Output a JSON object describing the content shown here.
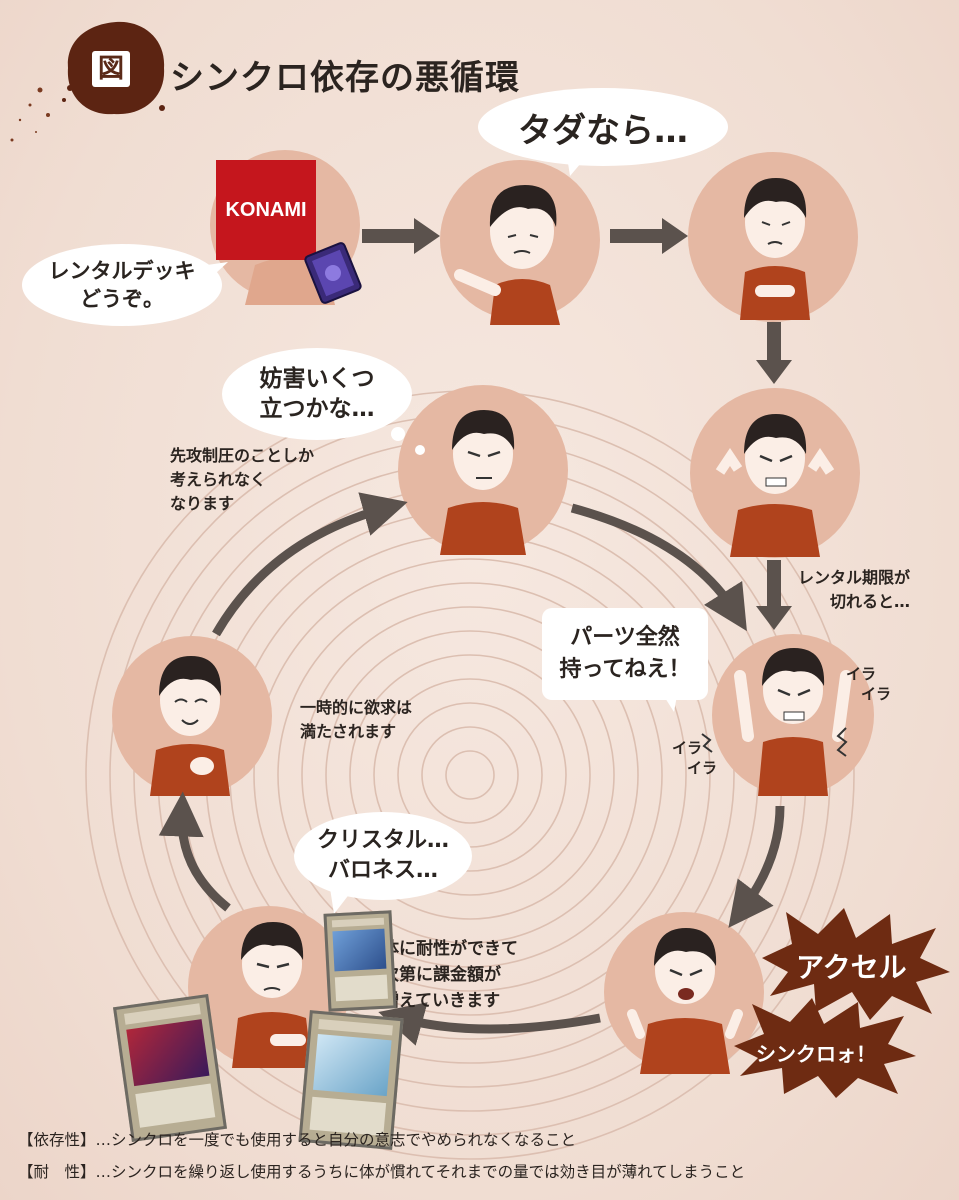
{
  "title": {
    "icon": "図",
    "text": "シンクロ依存の悪循環"
  },
  "brand": {
    "logo": "KONAMI",
    "color": "#c5161d"
  },
  "colors": {
    "circle": "#e5b8a3",
    "shirt": "#b0431d",
    "arrow": "#5b524d",
    "burst": "#6e2b12",
    "ring": "#dcbfb1"
  },
  "bubbles": {
    "rental": "レンタルデッキ\nどうぞ。",
    "free": "タダなら…",
    "think": "妨害いくつ\n立つかな…",
    "parts": "パーツ全然\n持ってねえ！",
    "crystal": "クリスタル…\nバロネス…"
  },
  "notes": {
    "first_turn": "先攻制圧のことしか\n考えられなく\nなります",
    "expire": "レンタル期限が\n切れると…",
    "satisfied": "一時的に欲求は\n満たされます",
    "tolerance": "体に耐性ができて\n次第に課金額が\n増えていきます"
  },
  "irai": {
    "a": "イラ\n　イラ",
    "b": "イラ\n　イラ"
  },
  "bursts": {
    "accel": "アクセル",
    "synchro": "シンクロォ！"
  },
  "footnotes": [
    "【依存性】…シンクロを一度でも使用すると自分の意志でやめられなくなること",
    "【耐　性】…シンクロを繰り返し使用するうちに体が慣れてそれまでの量では効き目が薄れてしまうこと"
  ]
}
